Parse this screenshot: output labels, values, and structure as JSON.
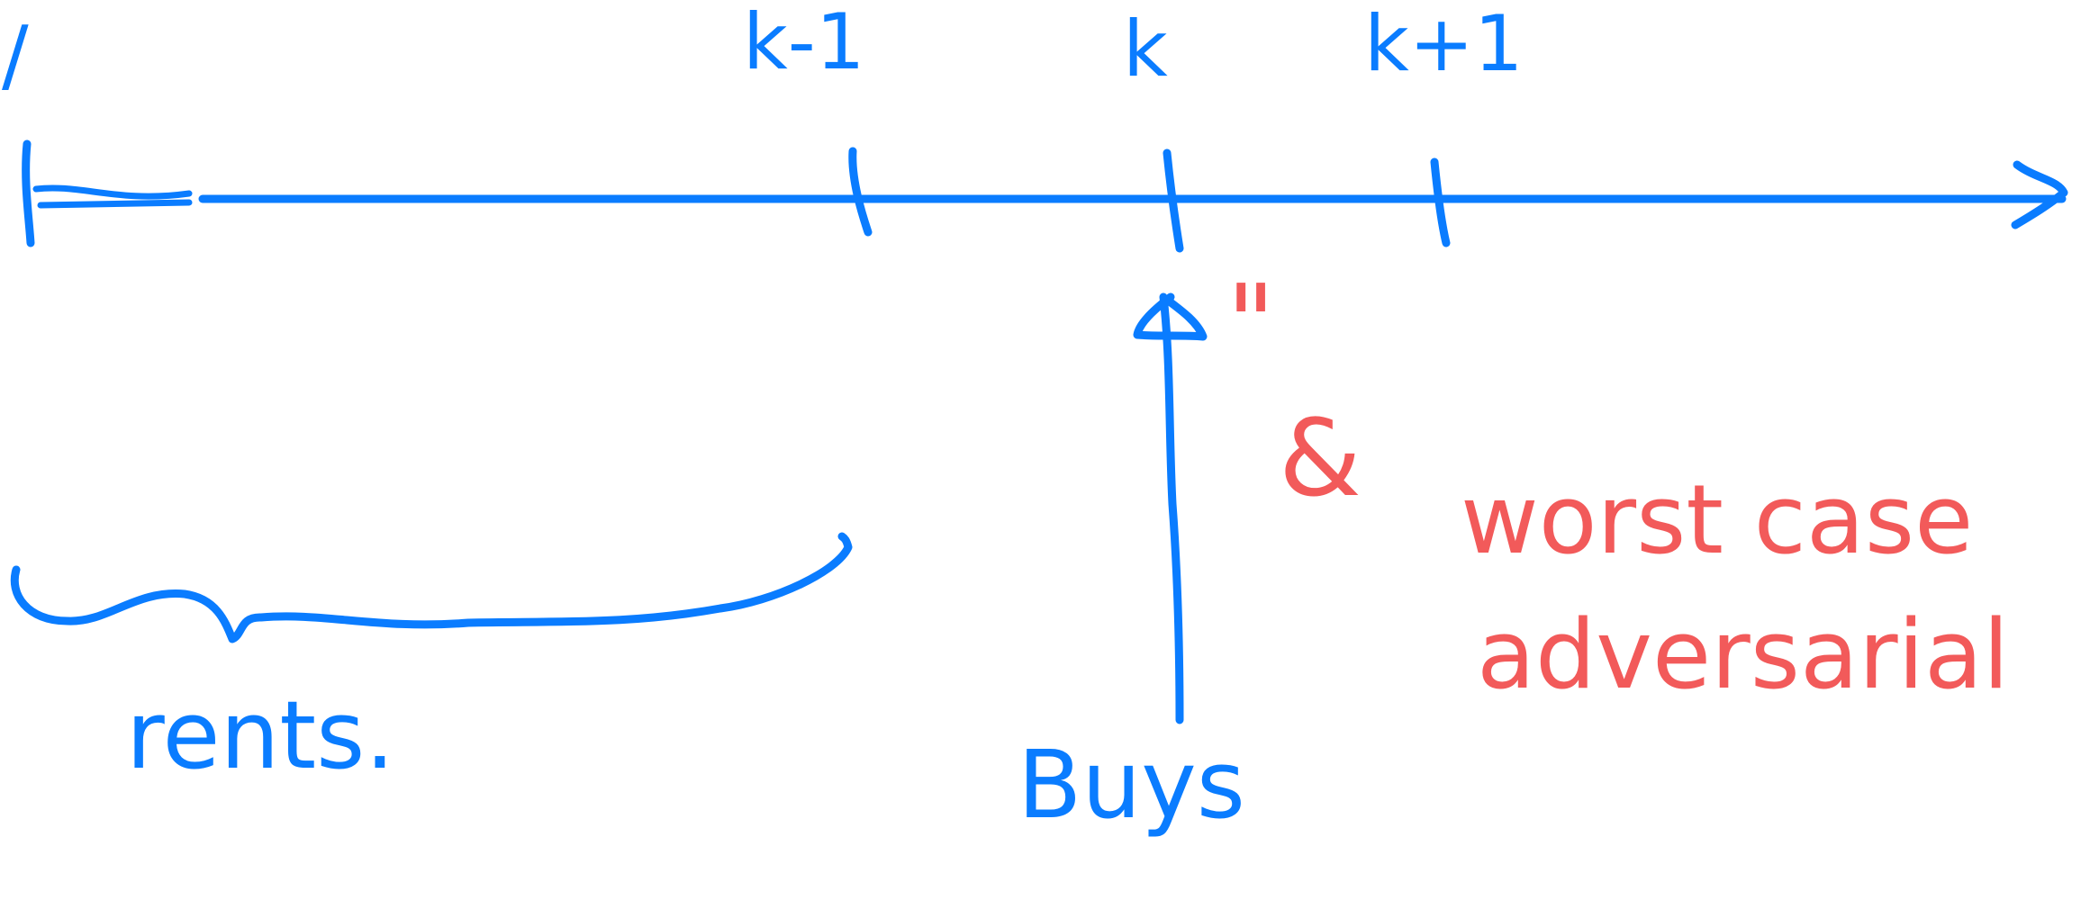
{
  "colors": {
    "blue": "#0a7cff",
    "red": "#f25a5a"
  },
  "ticks": {
    "origin": "/",
    "k_minus_1": "k-1",
    "k": "k",
    "k_plus_1": "k+1"
  },
  "labels": {
    "rents": "rents.",
    "buys": "Buys",
    "quote": "\"",
    "and": "&",
    "worst_case_line1": "worst case",
    "worst_case_line2": "adversarial"
  }
}
